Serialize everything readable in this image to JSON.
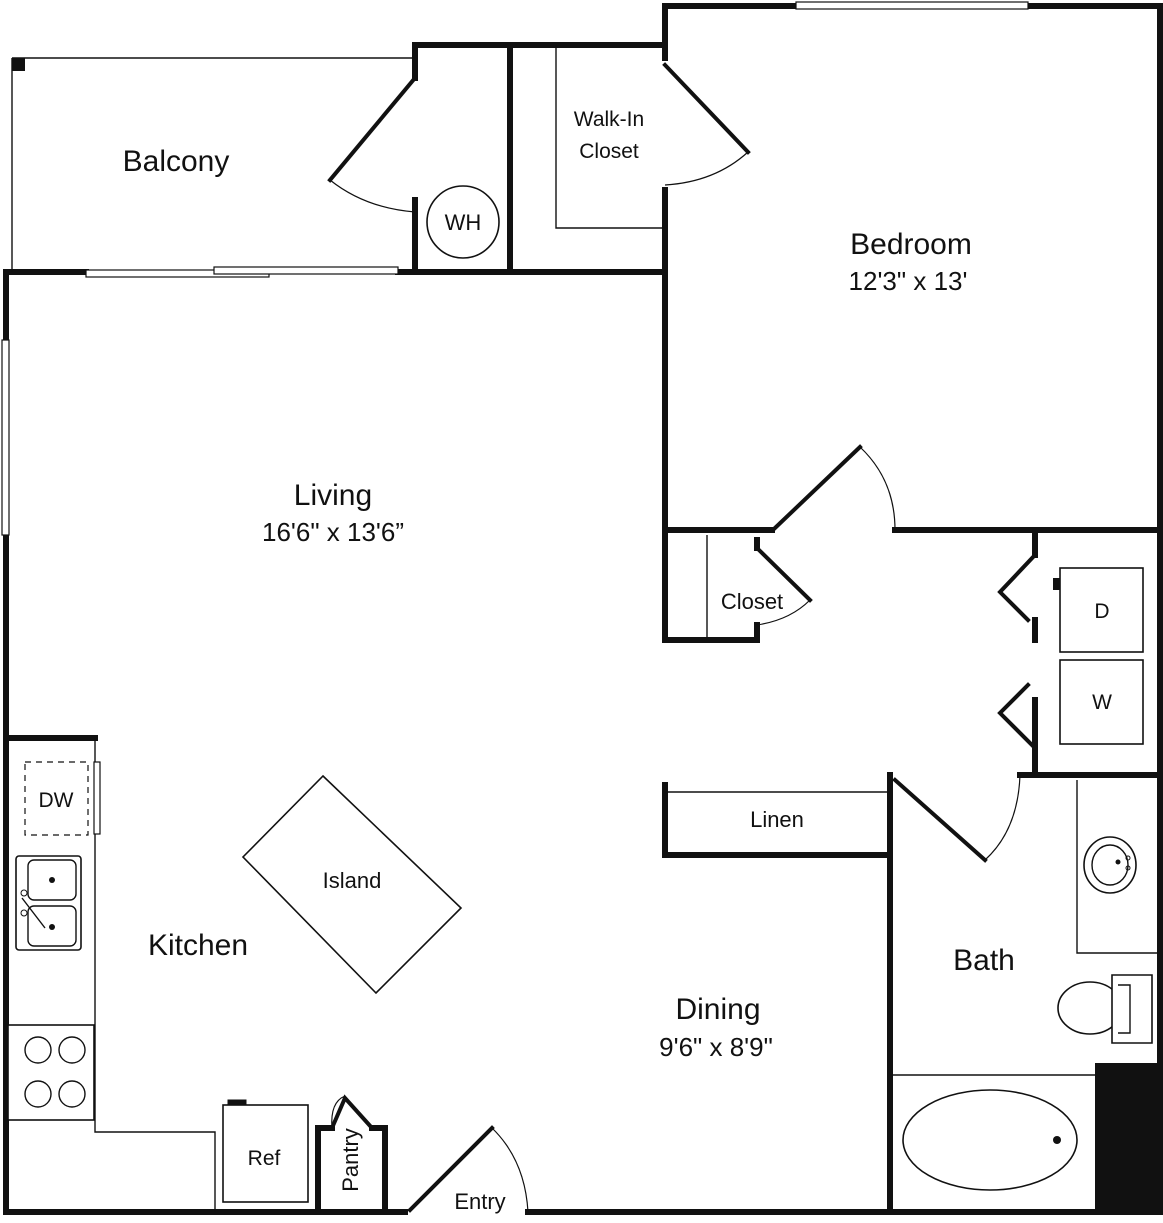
{
  "plan": {
    "rooms": {
      "balcony": "Balcony",
      "walk_in_closet_line1": "Walk-In",
      "walk_in_closet_line2": "Closet",
      "bedroom": "Bedroom",
      "bedroom_dims": "12'3\" x 13'",
      "living": "Living",
      "living_dims": "16'6\" x 13'6”",
      "closet": "Closet",
      "kitchen": "Kitchen",
      "island": "Island",
      "linen": "Linen",
      "bath": "Bath",
      "dining": "Dining",
      "dining_dims": "9'6\" x 8'9\"",
      "entry": "Entry",
      "pantry": "Pantry"
    },
    "fixtures": {
      "water_heater": "WH",
      "dryer": "D",
      "washer": "W",
      "dishwasher": "DW",
      "refrigerator": "Ref"
    }
  }
}
